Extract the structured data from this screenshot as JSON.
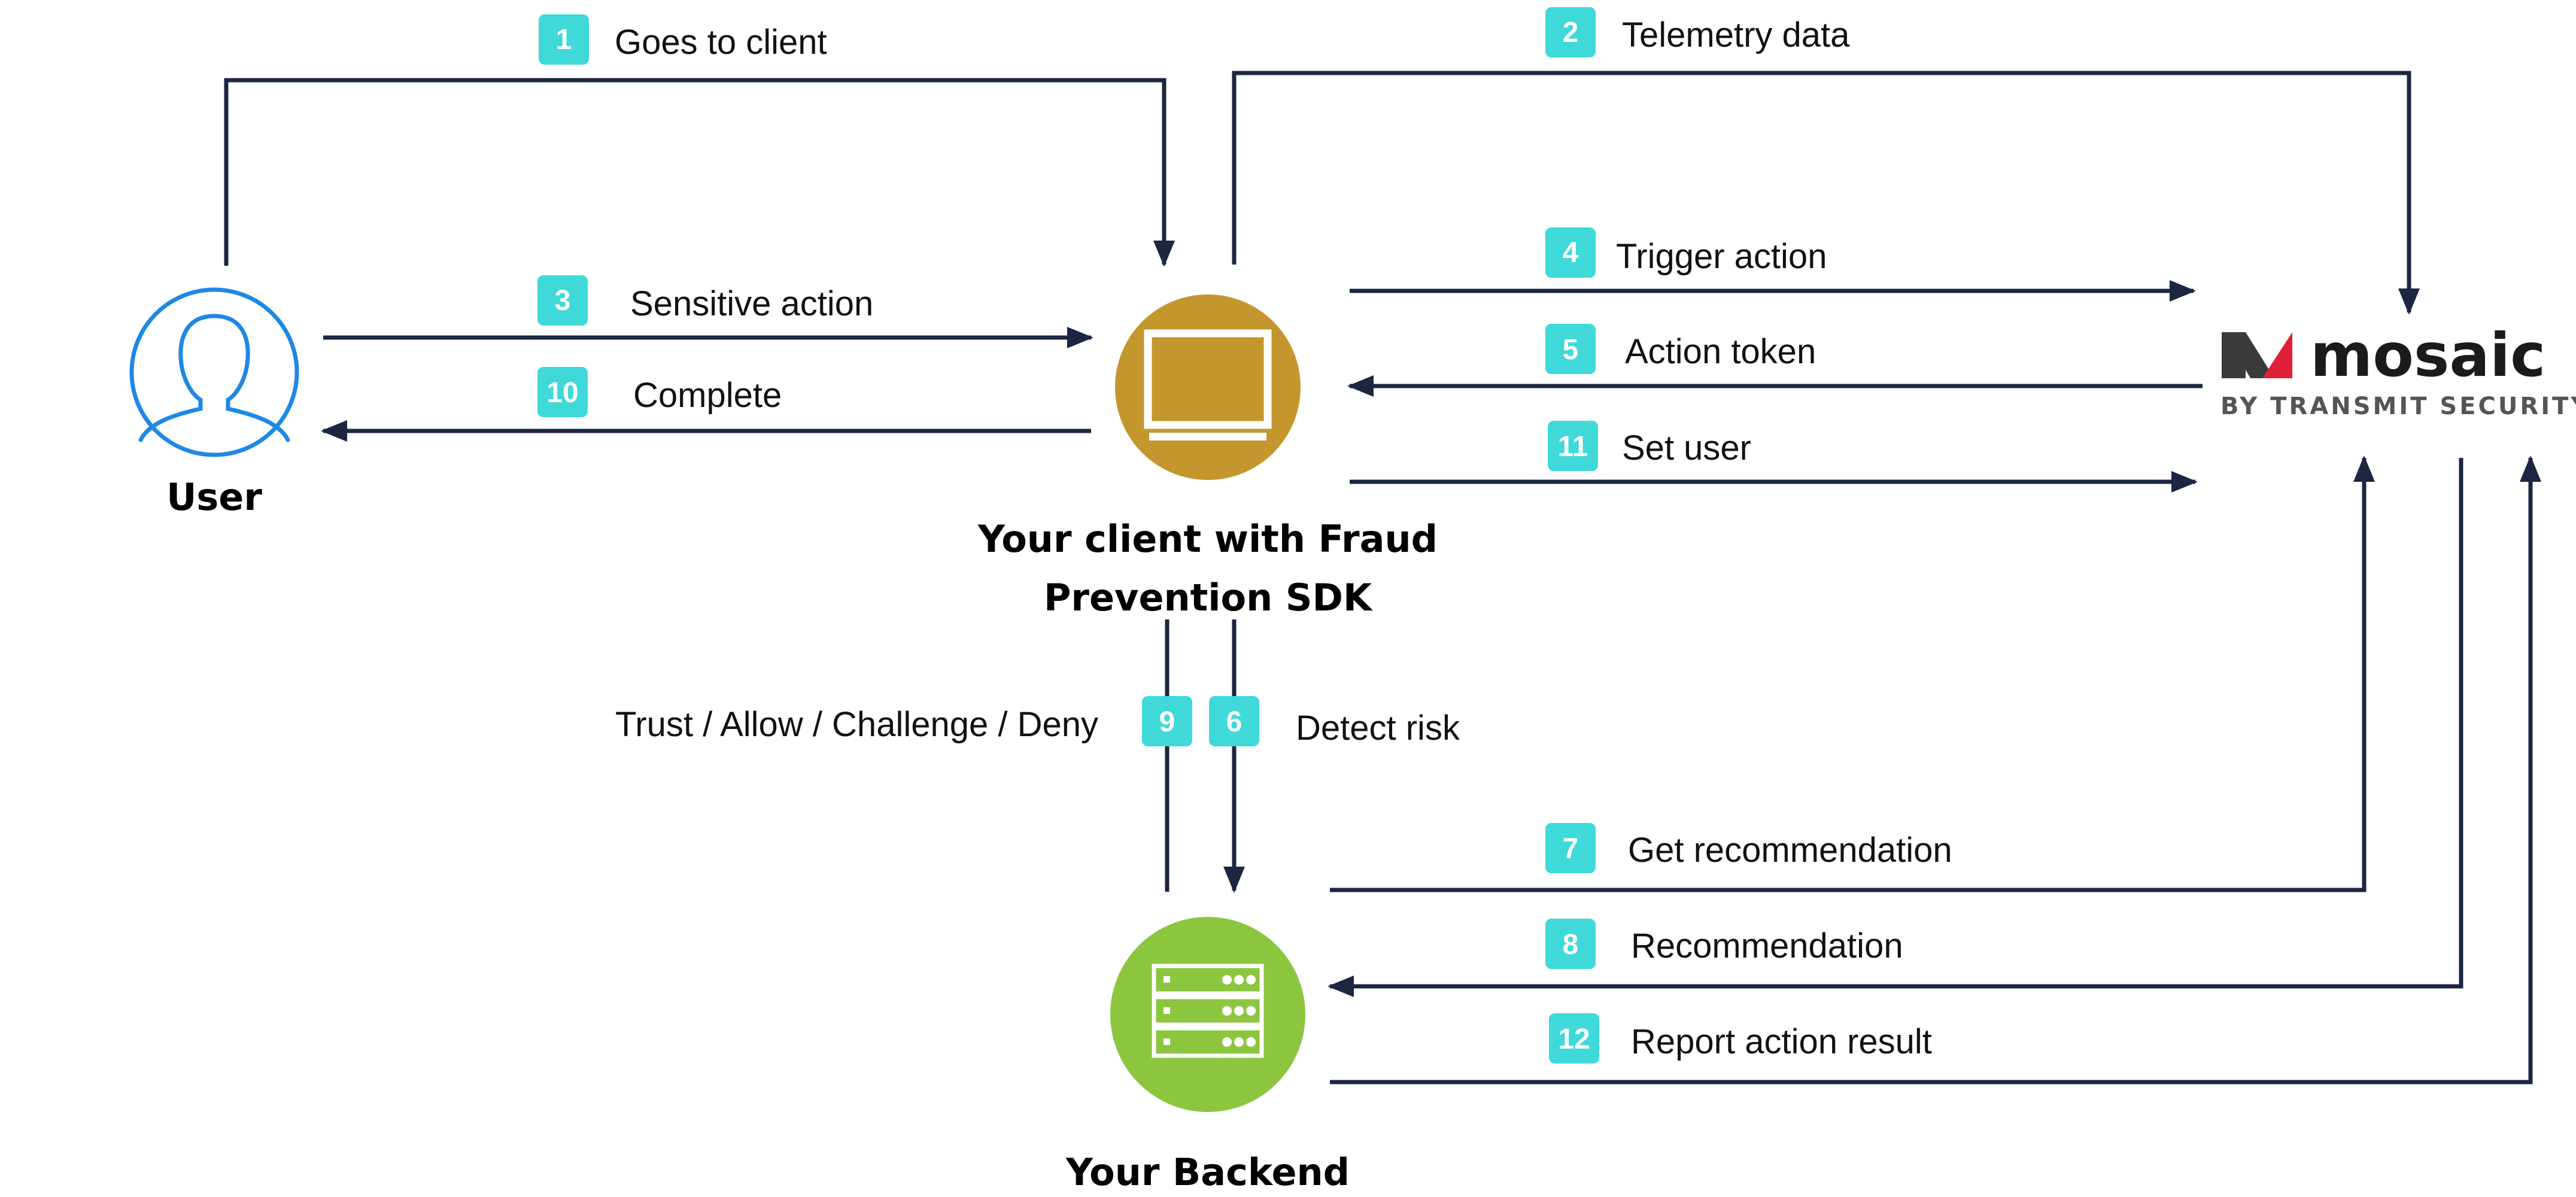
{
  "nodes": {
    "user": {
      "label": "User"
    },
    "client": {
      "label_line1": "Your client with Fraud",
      "label_line2": "Prevention SDK"
    },
    "backend": {
      "label": "Your Backend"
    },
    "mosaic": {
      "brand": "mosaic",
      "tagline": "BY TRANSMIT SECURITY"
    }
  },
  "steps": [
    {
      "number": "1",
      "label": "Goes to client"
    },
    {
      "number": "2",
      "label": "Telemetry data"
    },
    {
      "number": "3",
      "label": "Sensitive action"
    },
    {
      "number": "4",
      "label": "Trigger action"
    },
    {
      "number": "5",
      "label": "Action token"
    },
    {
      "number": "6",
      "label": "Detect risk"
    },
    {
      "number": "7",
      "label": "Get recommendation"
    },
    {
      "number": "8",
      "label": "Recommendation"
    },
    {
      "number": "9",
      "label": "Trust / Allow / Challenge / Deny"
    },
    {
      "number": "10",
      "label": "Complete"
    },
    {
      "number": "11",
      "label": "Set user"
    },
    {
      "number": "12",
      "label": "Report action result"
    }
  ],
  "colors": {
    "arrow": "#1b2640",
    "badge": "#3fd9d9",
    "user_icon": "#1e88e5",
    "client_circle": "#c4962e",
    "backend_circle": "#8cc63f",
    "mosaic_red": "#e0203a",
    "mosaic_dark": "#3a3a3a"
  },
  "icons": {
    "user": "user-avatar-icon",
    "client": "monitor-icon",
    "backend": "server-rack-icon",
    "mosaic": "mosaic-logo-icon"
  }
}
